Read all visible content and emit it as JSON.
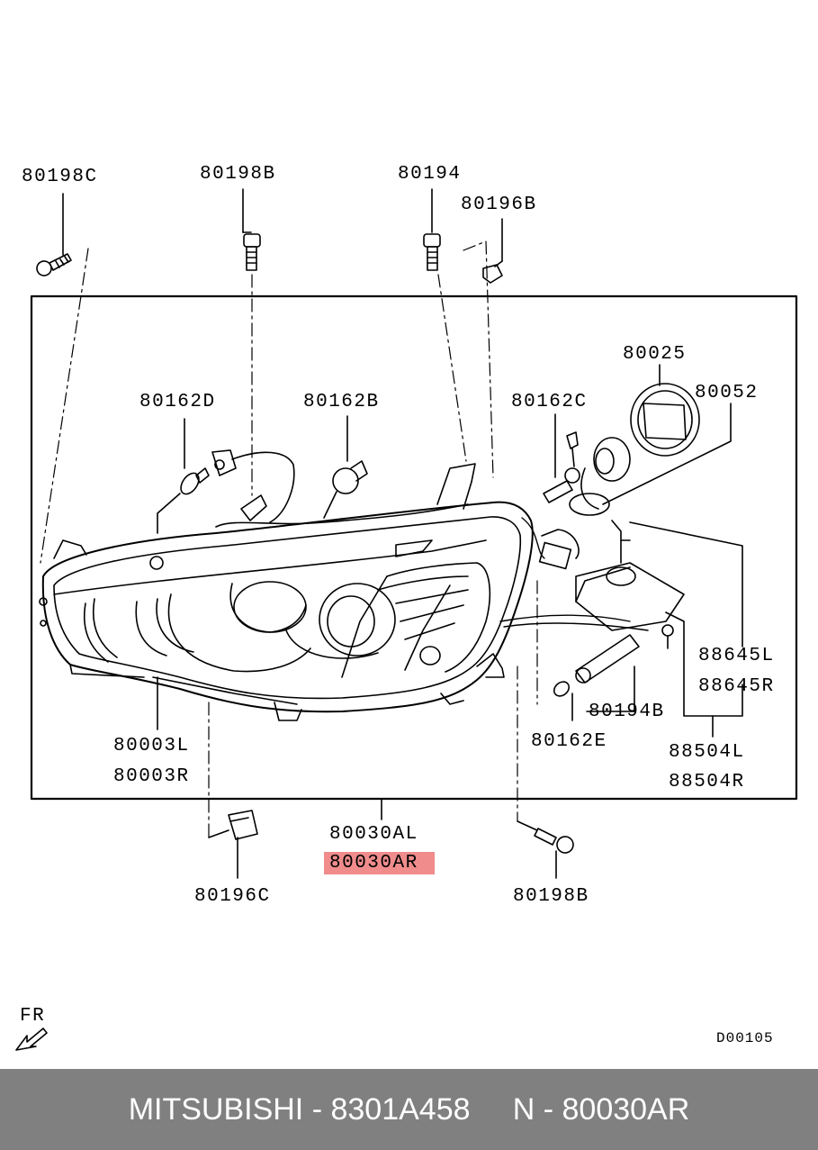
{
  "diagram": {
    "labels": {
      "p80198c": "80198C",
      "p80198b_top": "80198B",
      "p80194": "80194",
      "p80196b": "80196B",
      "p80025": "80025",
      "p80052": "80052",
      "p80162d": "80162D",
      "p80162b": "80162B",
      "p80162c": "80162C",
      "p88645l": "88645L",
      "p88645r": "88645R",
      "p80194b": "80194B",
      "p88504l": "88504L",
      "p88504r": "88504R",
      "p80162e": "80162E",
      "p80003l": "80003L",
      "p80003r": "80003R",
      "p80030al": "80030AL",
      "p80030ar": "80030AR",
      "p80196c": "80196C",
      "p80198b_bottom": "80198B"
    },
    "direction_label": "FR",
    "drawing_code": "D00105",
    "highlight_color": "#f08c8c"
  },
  "footer": {
    "text": "MITSUBISHI - 8301A458     N - 80030AR",
    "bg_color": "#808080"
  }
}
